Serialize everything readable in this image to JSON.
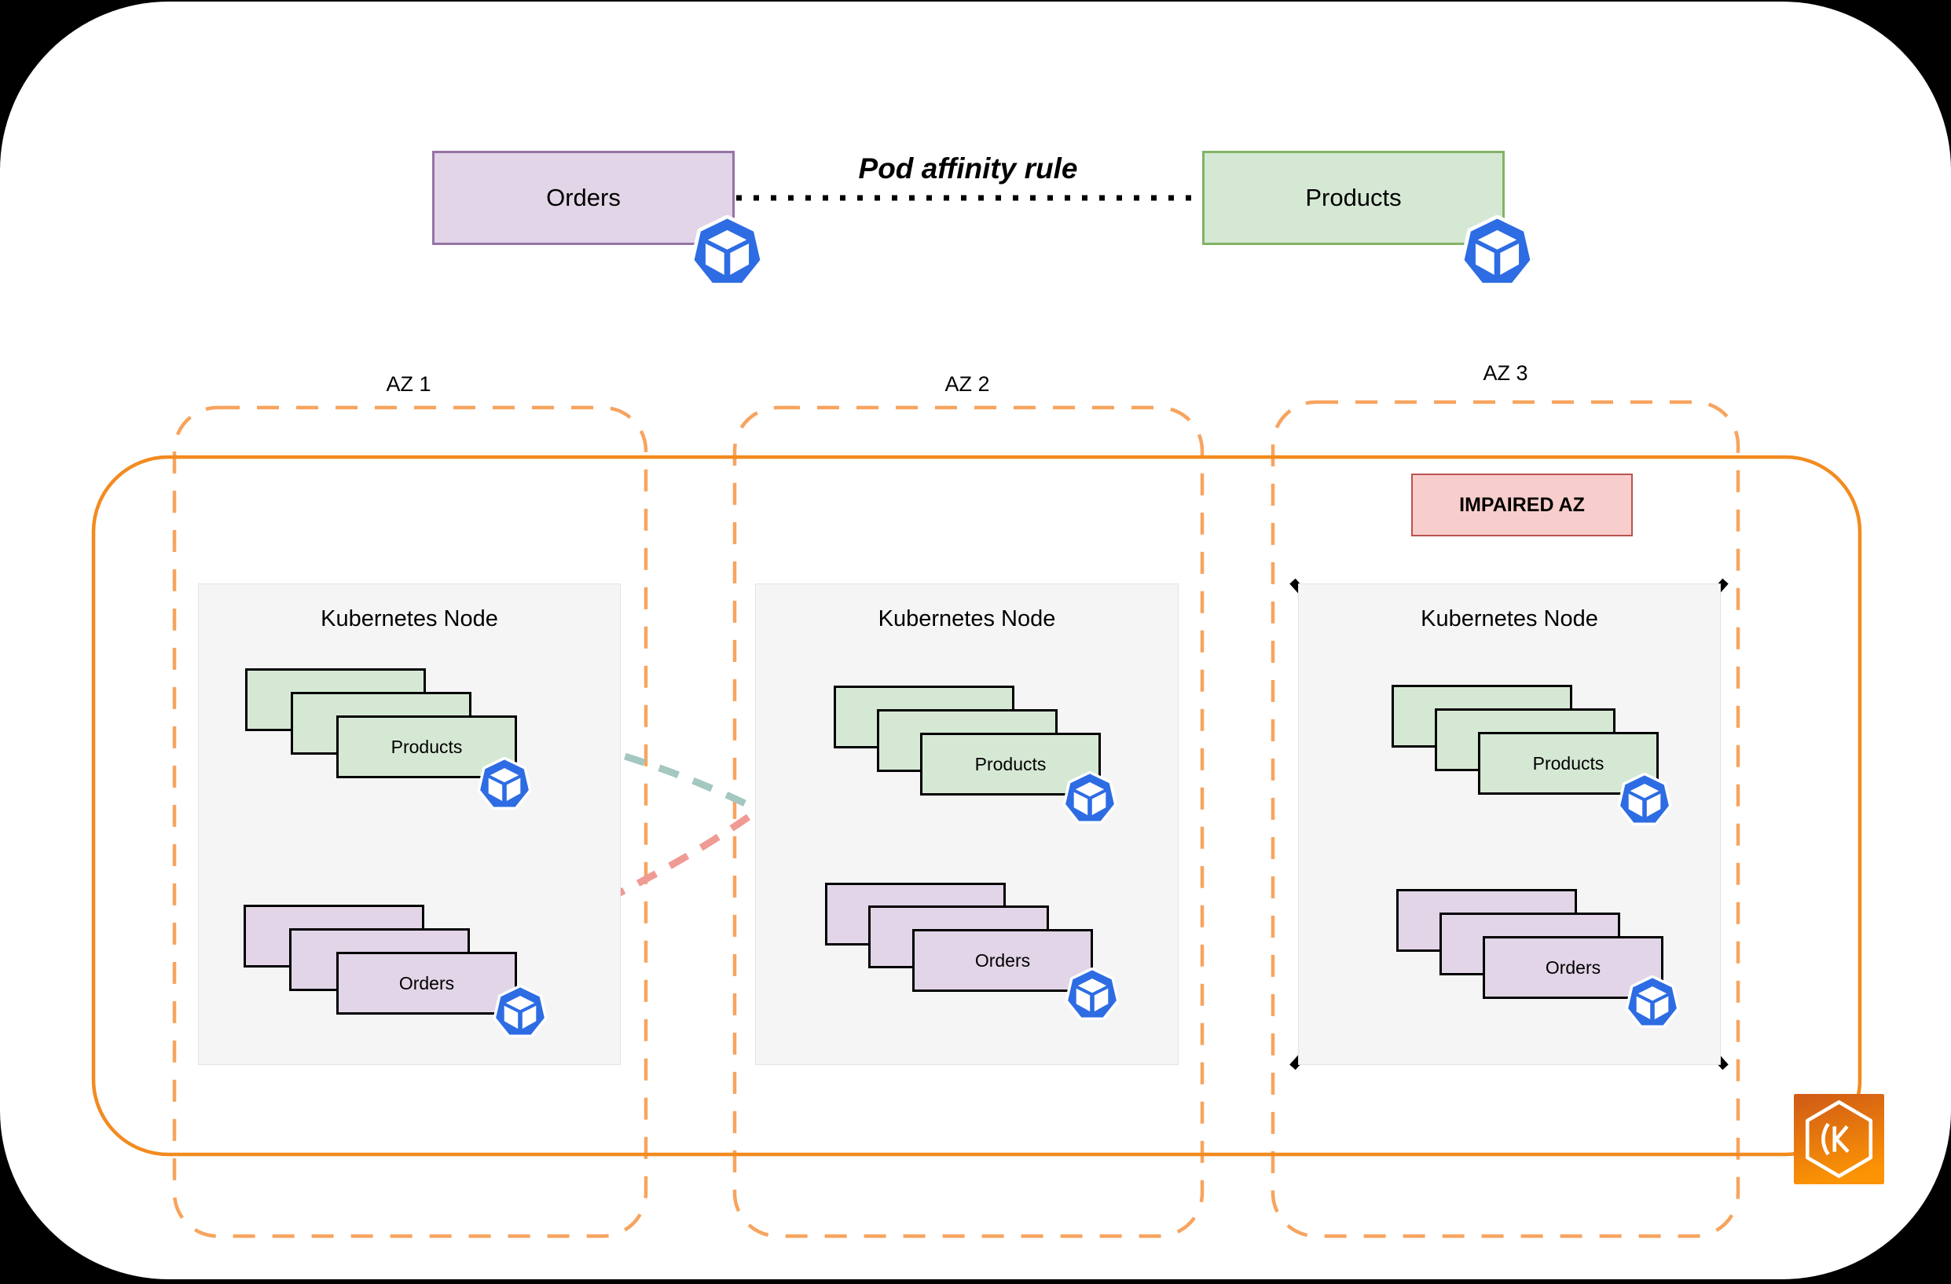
{
  "title_row": {
    "orders_label": "Orders",
    "products_label": "Products",
    "affinity_label": "Pod affinity rule"
  },
  "zones": [
    {
      "name": "AZ 1"
    },
    {
      "name": "AZ 2"
    },
    {
      "name": "AZ 3",
      "impaired_label": "IMPAIRED AZ"
    }
  ],
  "node_title": "Kubernetes Node",
  "pod_labels": {
    "products": "Products",
    "orders": "Orders"
  },
  "icons": {
    "pod": "kubernetes-pod-icon",
    "eks": "amazon-eks-icon",
    "eks_letter": "K"
  },
  "colors": {
    "page_bg": "#000000",
    "canvas_bg": "#ffffff",
    "purple_fill": "#e1d5e7",
    "purple_stroke": "#9673a6",
    "green_fill": "#d5e8d4",
    "green_stroke": "#82b366",
    "pink_fill": "#f8cecc",
    "pink_stroke": "#b85450",
    "orange_solid": "#f28b20",
    "orange_dash": "#f7a45f",
    "teal": "#a4c7c0",
    "salmon": "#f09a94",
    "node_fill": "#f5f5f5",
    "node_stroke": "#e3e3e3",
    "pod_blue": "#2d6ce3",
    "line_black": "#000000",
    "eks_top": "#cf5a17",
    "eks_bottom": "#fb9304"
  }
}
